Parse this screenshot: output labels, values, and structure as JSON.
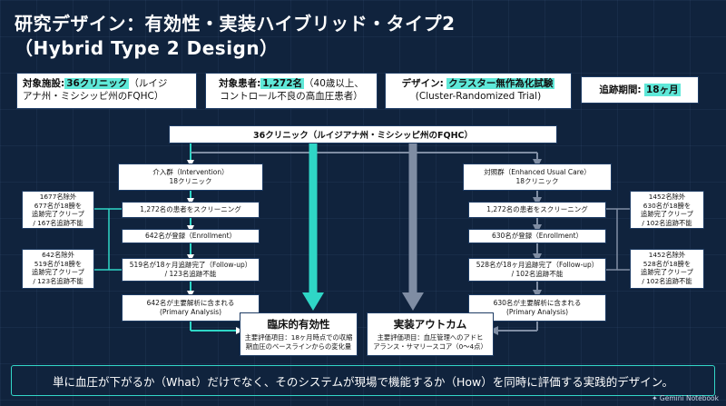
{
  "title": {
    "line1": "研究デザイン：有効性・実装ハイブリッド・タイプ2",
    "line2": "（Hybrid Type 2 Design）"
  },
  "info": {
    "facilities_label": "対象施設:",
    "facilities_value": "36クリニック",
    "facilities_rest": "（ルイジ",
    "facilities_line2": "アナ州・ミシシッピ州のFQHC）",
    "patients_label": "対象患者:",
    "patients_value": "1,272名",
    "patients_rest": "（40歳以上、",
    "patients_line2": "コントロール不良の高血圧患者）",
    "design_label": "デザイン:",
    "design_value": "クラスター無作為化試験",
    "design_line2": "(Cluster-Randomized Trial)",
    "followup_label": "追跡期間:",
    "followup_value": "18ヶ月"
  },
  "top_box": "36クリニック（ルイジアナ州・ミシシッピ州のFQHC）",
  "intervention": {
    "head1": "介入群（Intervention）",
    "head2": "18クリニック",
    "screen": "1,272名の患者をスクリーニング",
    "enroll": "642名が登録（Enrollment）",
    "follow1": "519名が18ヶ月追跡完了（Follow-up）",
    "follow2": "/ 123名追跡不能",
    "analysis1": "642名が主要解析に含まれる",
    "analysis2": "(Primary Analysis)",
    "excl1": [
      "1677名除外",
      "677名が18膀を",
      "追跡完了クリープ",
      "/ 167名追跡不能"
    ],
    "excl2": [
      "642名除外",
      "519名が18膀を",
      "追跡完了クリープ",
      "/ 123名追跡不能"
    ]
  },
  "control": {
    "head1": "対照群（Enhanced Usual Care）",
    "head2": "18クリニック",
    "screen": "1,272名の患者をスクリーニング",
    "enroll": "630名が登録（Enrollment）",
    "follow1": "528名が18ヶ月追跡完了（Follow-up）",
    "follow2": "/ 102名追跡不能",
    "analysis1": "630名が主要解析に含まれる",
    "analysis2": "(Primary Analysis)",
    "excl1": [
      "1452名除外",
      "630名が18膀を",
      "追跡完了クリープ",
      "/ 102名追跡不能"
    ],
    "excl2": [
      "1452名除外",
      "528名が18膀を",
      "追跡完了クリープ",
      "/ 102名追跡不能"
    ]
  },
  "outcome_clinical": {
    "head": "臨床的有効性",
    "line1": "主要評価項目：18ヶ月時点での収縮",
    "line2": "期血圧のベースラインからの変化量"
  },
  "outcome_impl": {
    "head": "実装アウトカム",
    "line1": "主要評価項目：血圧管理へのアドヒ",
    "line2": "アランス・サマリースコア（0〜4点）"
  },
  "bottom_text": "単に血圧が下がるか（What）だけでなく、そのシステムが現場で機能するか（How）を同時に評価する実践的デザイン。",
  "logo": "Gemini Notebook",
  "colors": {
    "background": "#10233d",
    "accent_teal": "#2fd6c6",
    "highlight": "#5ee8d8",
    "gray_arrow": "#7f8da3",
    "box_border": "#1d3b63"
  }
}
